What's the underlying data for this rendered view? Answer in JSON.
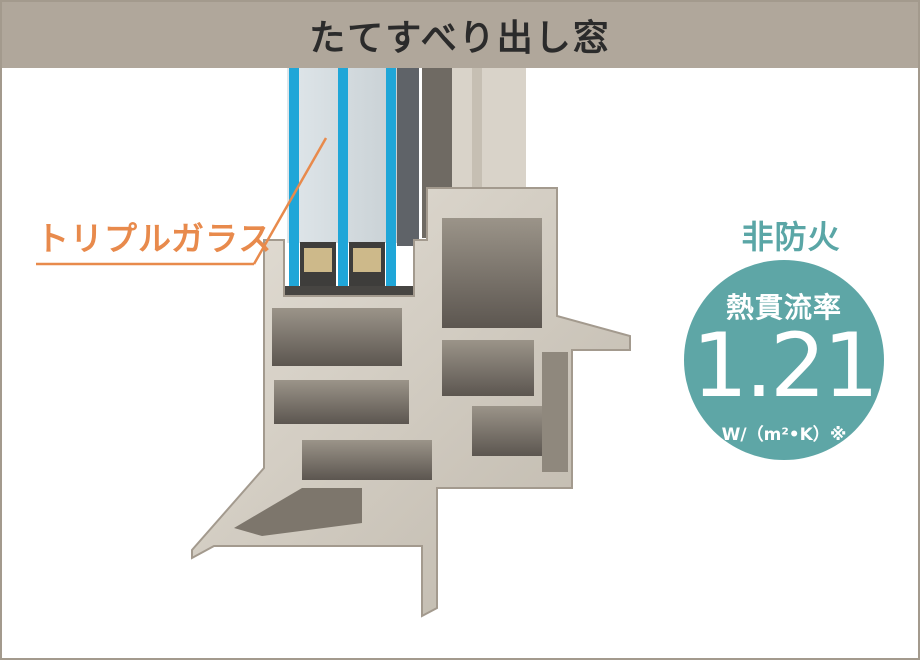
{
  "header": {
    "title": "たてすべり出し窓"
  },
  "callout": {
    "glass_label": "トリプルガラス"
  },
  "badge": {
    "fire_label": "非防火",
    "title": "熱貫流率",
    "value": "1.21",
    "unit": "W/（m²•K）",
    "note_mark": "※"
  },
  "colors": {
    "header_bg": "#b0a79b",
    "frame_border": "#a39a8d",
    "accent_orange": "#e88a4c",
    "accent_teal": "#5ea6a6",
    "glass_blue": "#1fa6d8",
    "frame_metal": "#d7d1c8"
  }
}
